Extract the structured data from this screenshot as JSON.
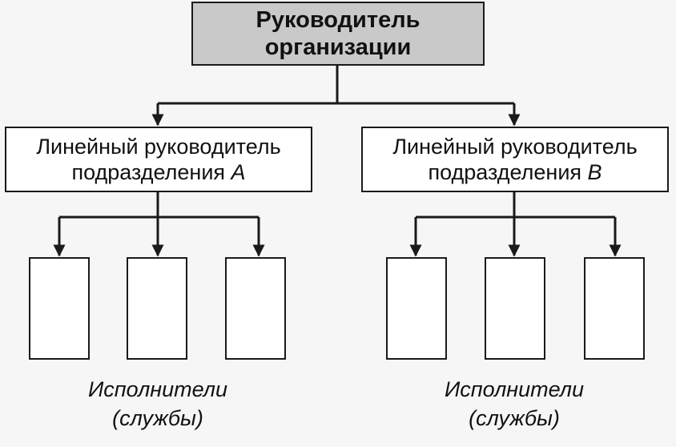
{
  "top_box": {
    "line1": "Руководитель",
    "line2": "организации"
  },
  "unit_a": {
    "line1": "Линейный руководитель",
    "line2_prefix": "подразделения ",
    "line2_letter": "А"
  },
  "unit_b": {
    "line1": "Линейный руководитель",
    "line2_prefix": "подразделения ",
    "line2_letter": "В"
  },
  "executors_a": {
    "line1": "Исполнители",
    "line2": "(службы)"
  },
  "executors_b": {
    "line1": "Исполнители",
    "line2": "(службы)"
  },
  "colors": {
    "top_box_fill": "#c9c9c9",
    "line": "#1a1a1a",
    "background": "#f6f6f6"
  }
}
